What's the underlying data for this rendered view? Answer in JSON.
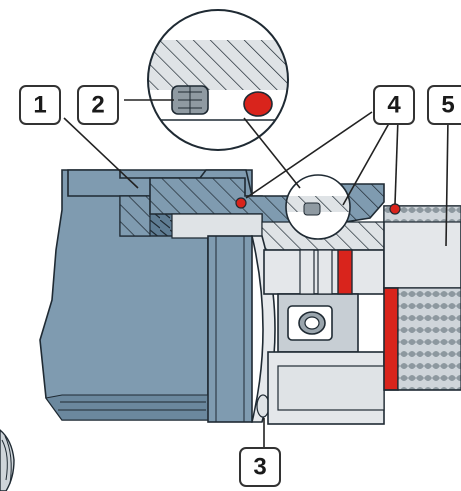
{
  "callouts": [
    {
      "id": "c1",
      "label": "1"
    },
    {
      "id": "c2",
      "label": "2"
    },
    {
      "id": "c3",
      "label": "3"
    },
    {
      "id": "c4",
      "label": "4"
    },
    {
      "id": "c5",
      "label": "5"
    }
  ],
  "colors": {
    "body_blue": "#7f9bb0",
    "body_blue_dark": "#5f7d94",
    "light_gray": "#e4e7ea",
    "mid_gray": "#b9c0c6",
    "seal_red": "#d9241c",
    "outline": "#1f2a33"
  }
}
